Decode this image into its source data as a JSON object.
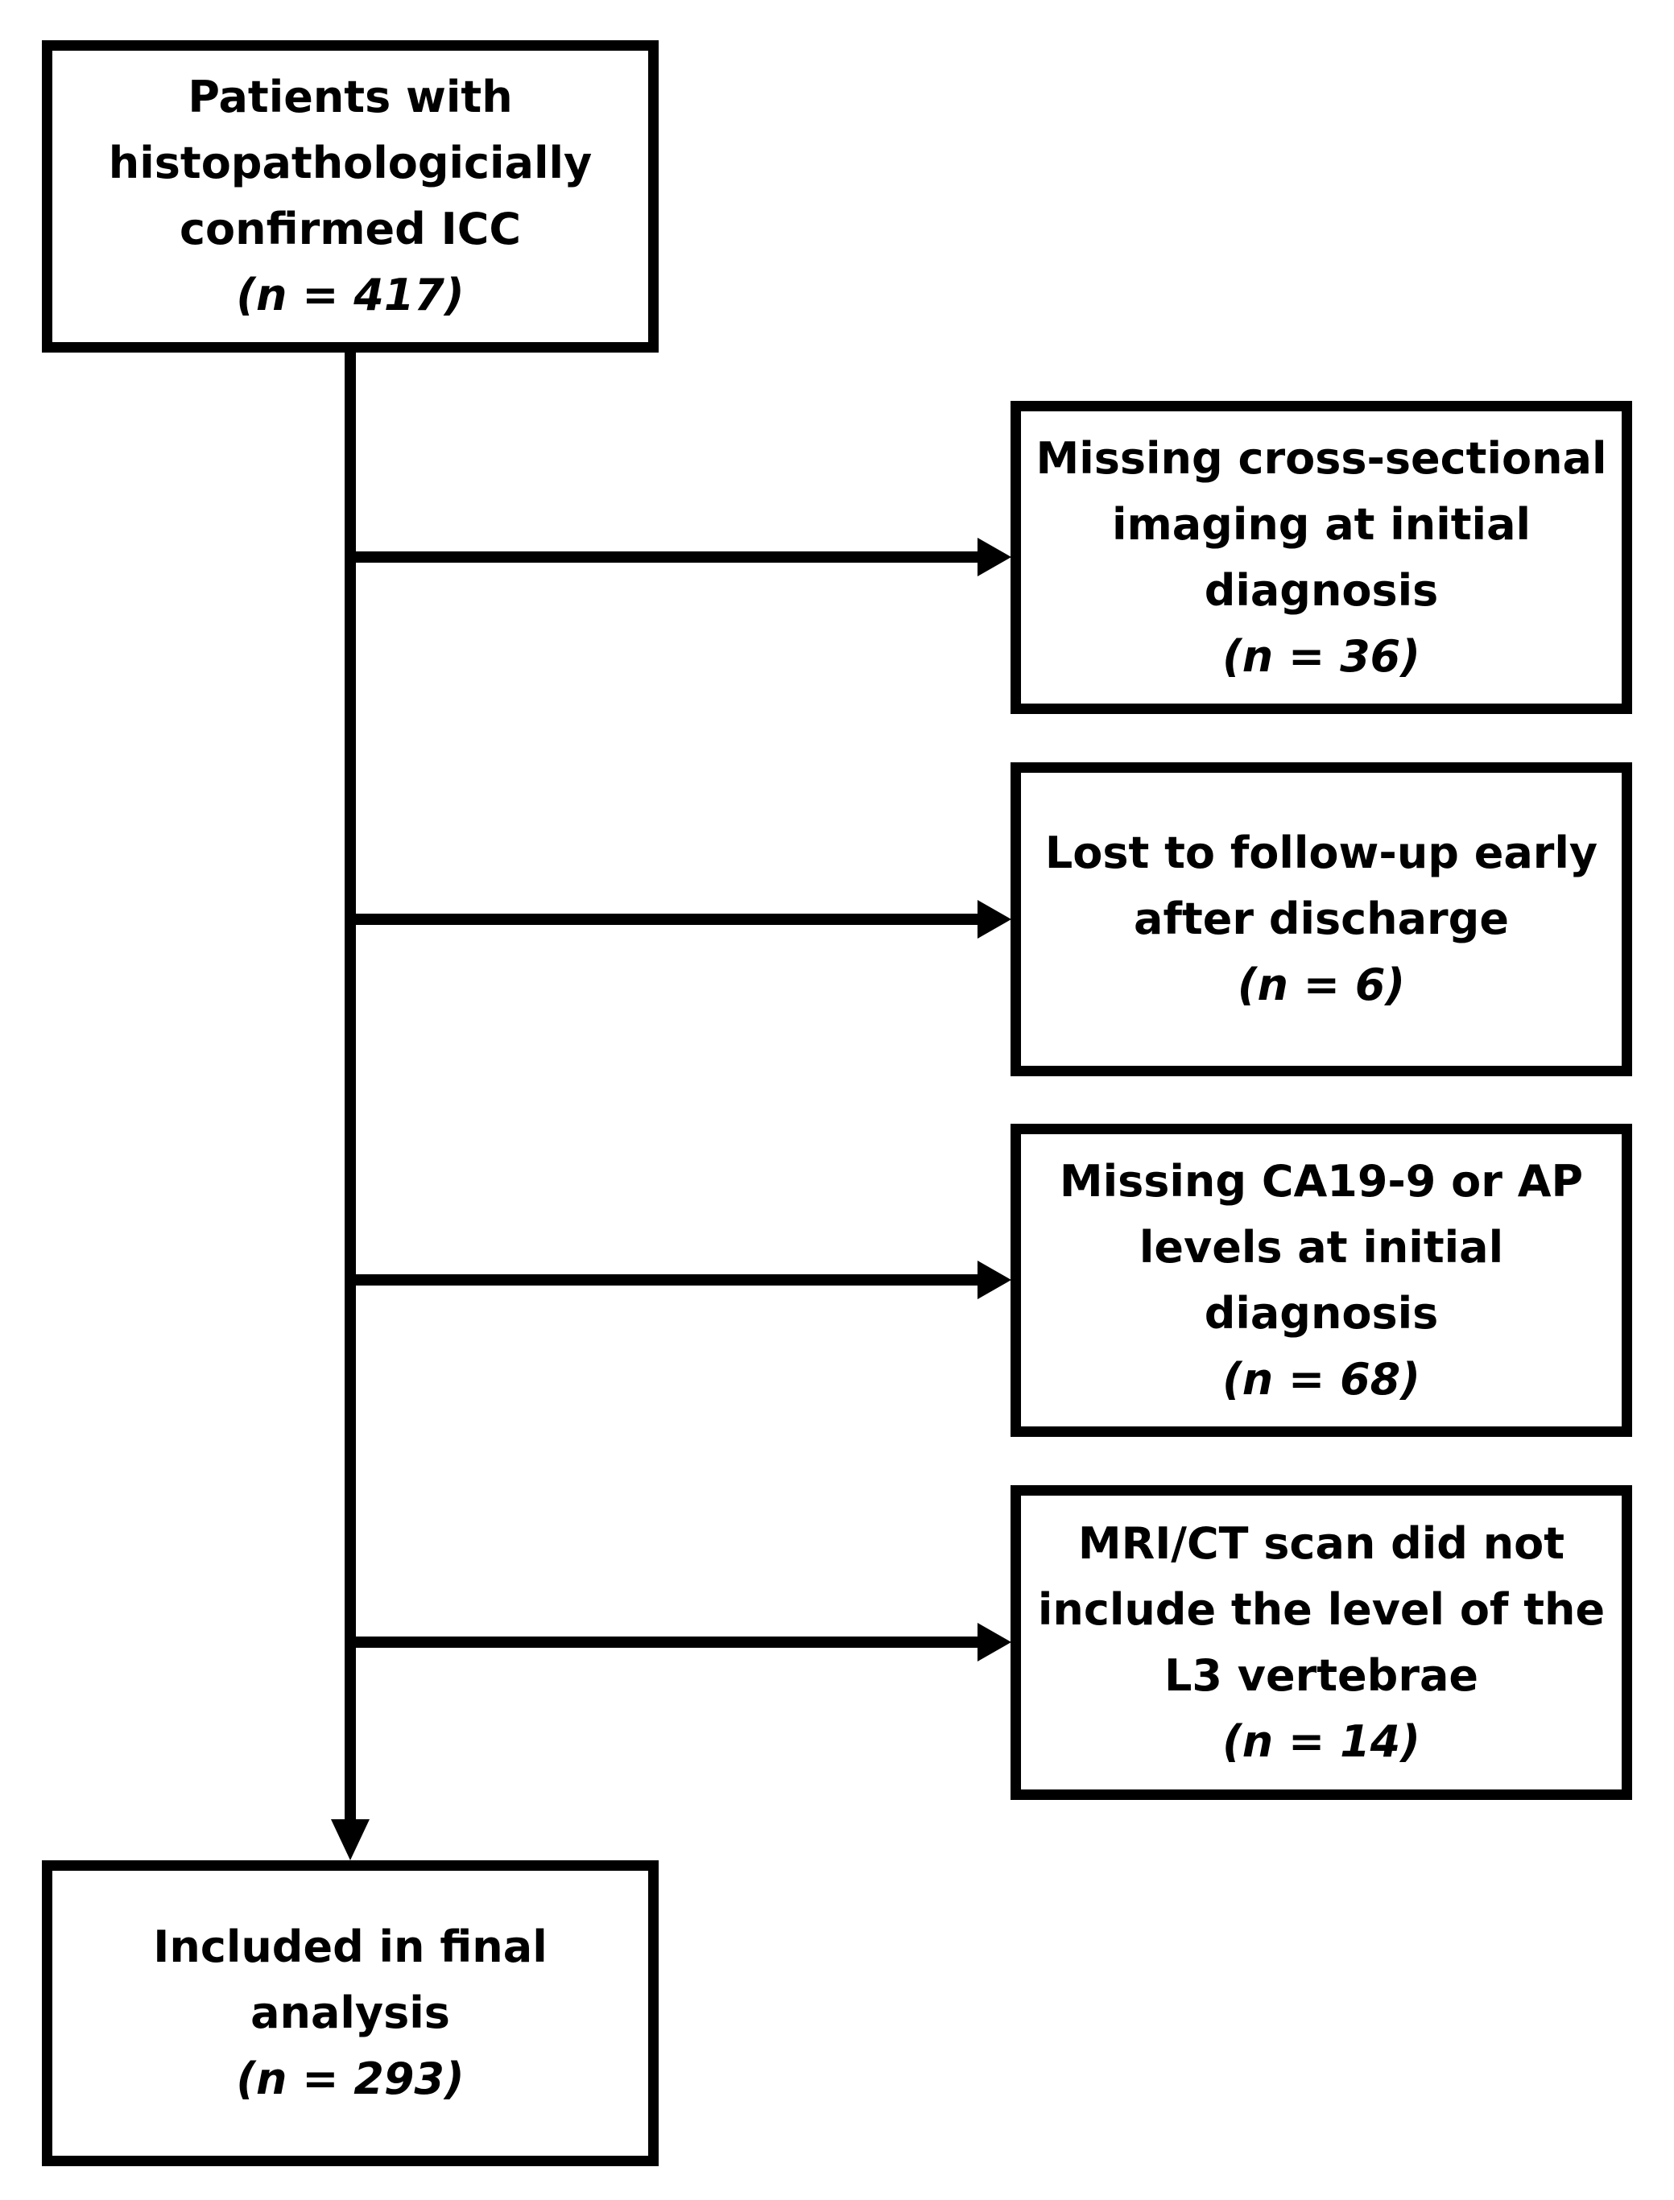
{
  "flowchart": {
    "start": {
      "lines": [
        "Patients with",
        "histopathologicially",
        "confirmed ICC"
      ],
      "count": "(n = 417)"
    },
    "exclusions": [
      {
        "lines": [
          "Missing cross-sectional",
          "imaging at initial",
          "diagnosis"
        ],
        "count": "(n = 36)"
      },
      {
        "lines": [
          "Lost to follow-up early",
          "after discharge"
        ],
        "count": "(n = 6)"
      },
      {
        "lines": [
          "Missing CA19-9 or AP",
          "levels at initial",
          "diagnosis"
        ],
        "count": "(n = 68)"
      },
      {
        "lines": [
          "MRI/CT scan did not",
          "include the level of the",
          "L3 vertebrae"
        ],
        "count": "(n = 14)"
      }
    ],
    "final": {
      "lines": [
        "Included in final",
        "analysis"
      ],
      "count": "(n = 293)"
    }
  },
  "colors": {
    "stroke": "#000000",
    "background": "#ffffff"
  }
}
